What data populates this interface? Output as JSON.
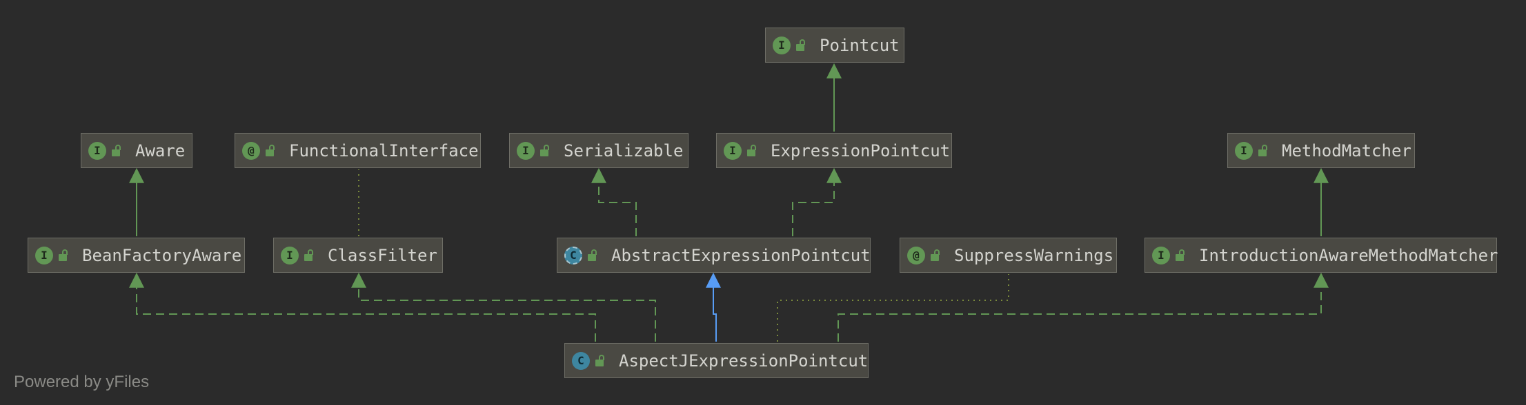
{
  "diagram": {
    "nodes": [
      {
        "id": "pointcut",
        "label": "Pointcut",
        "kind": "I"
      },
      {
        "id": "aware",
        "label": "Aware",
        "kind": "I"
      },
      {
        "id": "functional-interface",
        "label": "FunctionalInterface",
        "kind": "@"
      },
      {
        "id": "serializable",
        "label": "Serializable",
        "kind": "I"
      },
      {
        "id": "expression-pointcut",
        "label": "ExpressionPointcut",
        "kind": "I"
      },
      {
        "id": "method-matcher",
        "label": "MethodMatcher",
        "kind": "I"
      },
      {
        "id": "bean-factory-aware",
        "label": "BeanFactoryAware",
        "kind": "I"
      },
      {
        "id": "class-filter",
        "label": "ClassFilter",
        "kind": "I"
      },
      {
        "id": "abstract-expression-pointcut",
        "label": "AbstractExpressionPointcut",
        "kind": "C"
      },
      {
        "id": "suppress-warnings",
        "label": "SuppressWarnings",
        "kind": "@"
      },
      {
        "id": "introduction-aware-method-matcher",
        "label": "IntroductionAwareMethodMatcher",
        "kind": "I"
      },
      {
        "id": "aspectj-expression-pointcut",
        "label": "AspectJExpressionPointcut",
        "kind": "C"
      }
    ],
    "edges": [
      {
        "from": "expression-pointcut",
        "to": "pointcut",
        "type": "extends"
      },
      {
        "from": "bean-factory-aware",
        "to": "aware",
        "type": "extends"
      },
      {
        "from": "class-filter",
        "to": "functional-interface",
        "type": "annotation"
      },
      {
        "from": "abstract-expression-pointcut",
        "to": "serializable",
        "type": "implements"
      },
      {
        "from": "abstract-expression-pointcut",
        "to": "expression-pointcut",
        "type": "implements"
      },
      {
        "from": "introduction-aware-method-matcher",
        "to": "method-matcher",
        "type": "extends"
      },
      {
        "from": "aspectj-expression-pointcut",
        "to": "bean-factory-aware",
        "type": "implements"
      },
      {
        "from": "aspectj-expression-pointcut",
        "to": "class-filter",
        "type": "implements"
      },
      {
        "from": "aspectj-expression-pointcut",
        "to": "abstract-expression-pointcut",
        "type": "class-extends"
      },
      {
        "from": "aspectj-expression-pointcut",
        "to": "suppress-warnings",
        "type": "annotation"
      },
      {
        "from": "aspectj-expression-pointcut",
        "to": "introduction-aware-method-matcher",
        "type": "implements"
      }
    ]
  },
  "footer": {
    "text": "Powered by yFiles"
  },
  "colors": {
    "background": "#2b2b2b",
    "node_fill": "#4a4943",
    "node_border": "#6e6e66",
    "interface_badge": "#629755",
    "class_badge": "#3e86a0",
    "inheritance_edge": "#629755",
    "class_extends_edge": "#589df6",
    "annotation_edge": "#7a8a3c",
    "label_text": "#d4d4cf",
    "footer_text": "#8a8a86"
  }
}
